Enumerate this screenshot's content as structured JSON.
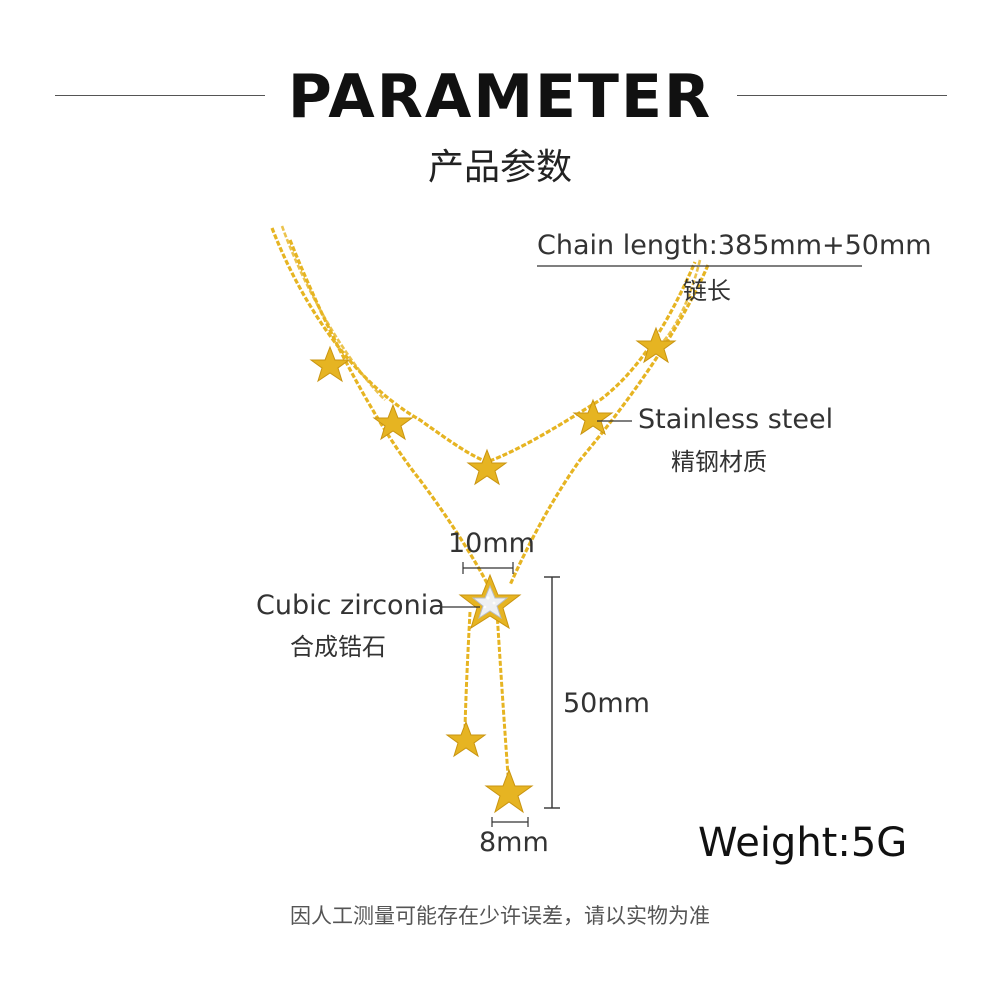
{
  "header": {
    "title": "PARAMETER",
    "subtitle": "产品参数"
  },
  "specs": {
    "chain_length_label": "Chain length:385mm+50mm",
    "chain_length_cn": "链长",
    "material_label": "Stainless steel",
    "material_cn": "精钢材质",
    "stone_label": "Cubic zirconia",
    "stone_cn": "合成锆石",
    "pendant_width": "10mm",
    "drop_length": "50mm",
    "tassel_star_width": "8mm",
    "weight": "Weight:5G"
  },
  "footer": {
    "disclaimer": "因人工测量可能存在少许误差，请以实物为准"
  },
  "colors": {
    "gold": "#e6b422",
    "gold_dark": "#c99410",
    "line": "#333333"
  }
}
